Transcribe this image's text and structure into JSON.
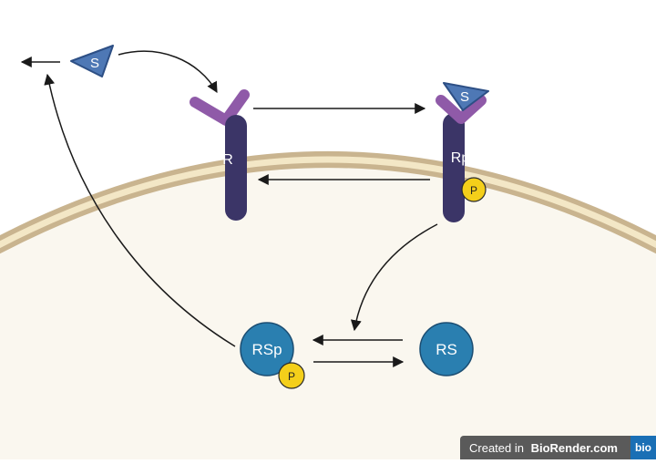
{
  "labels": {
    "signal_free": "S",
    "signal_bound": "S",
    "receptor": "R",
    "receptor_phospho": "Rp",
    "phospho_on_receptor": "P",
    "rs_phospho": "RSp",
    "phospho_on_rs": "P",
    "rs": "RS"
  },
  "watermark": {
    "prefix": "Created in ",
    "brand": "BioRender.com",
    "logo": "bio"
  },
  "colors": {
    "cytoplasm": "#faf7ef",
    "membrane_outer": "#c9b48f",
    "membrane_inner": "#f3e7c6",
    "receptor_stem": "#3b3567",
    "receptor_arms": "#8f5aa8",
    "signal": "#4e78b5",
    "rs_node": "#2a7fb0",
    "phosphate": "#f4cf1a",
    "arrow": "#1a1a1a"
  }
}
